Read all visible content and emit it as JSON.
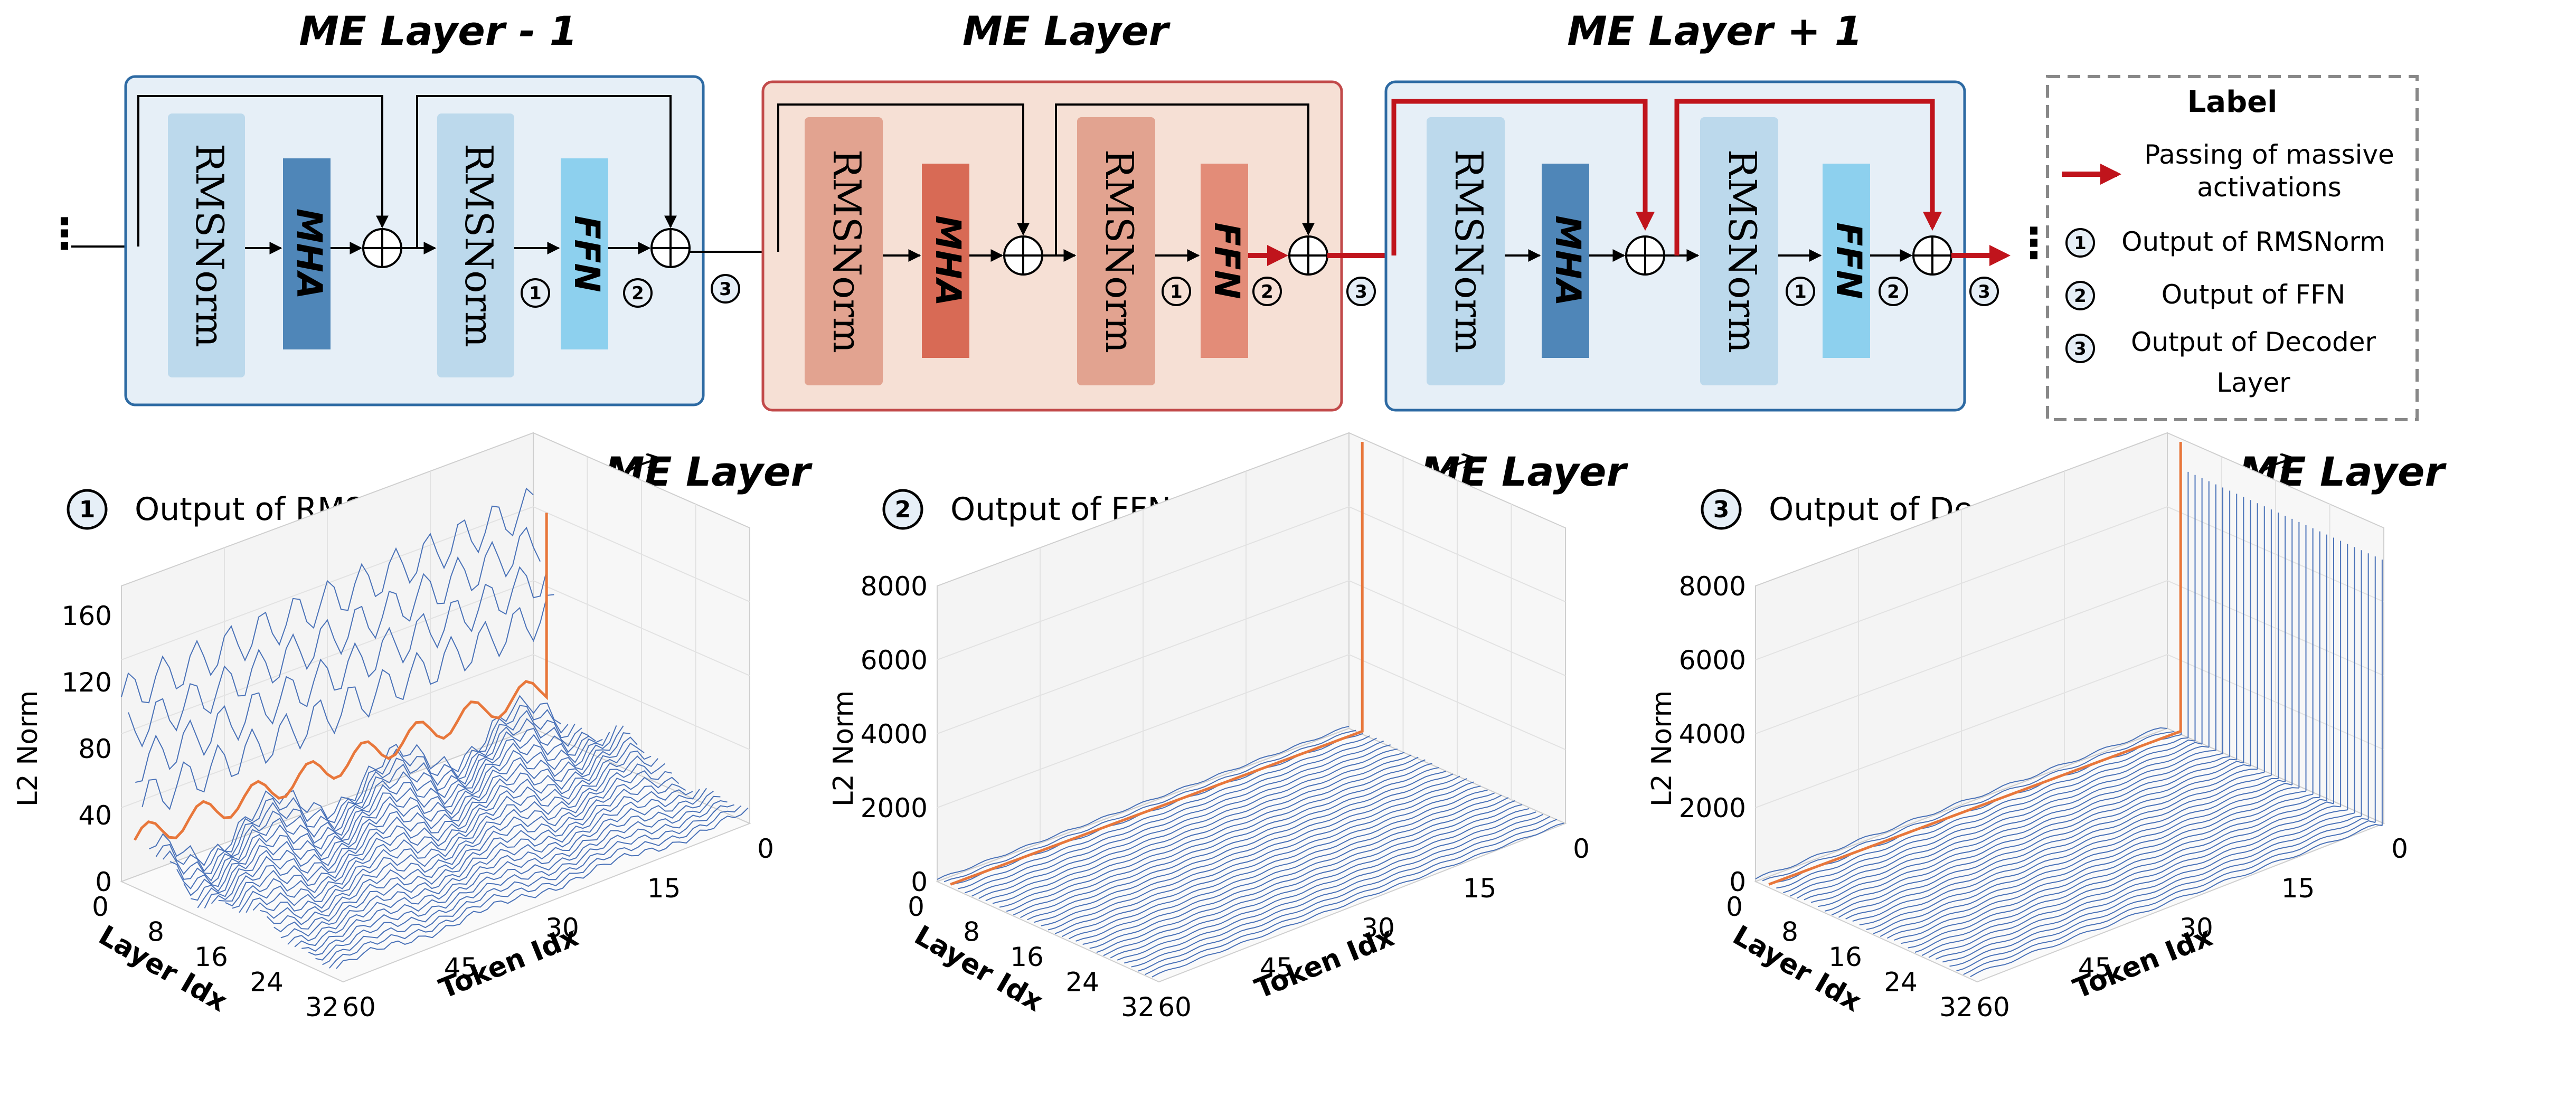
{
  "layers": {
    "prev": {
      "title": "ME Layer - 1",
      "rms_a": "RMSNorm",
      "op_a": "MHA",
      "rms_b": "RMSNorm",
      "op_b": "FFN",
      "m1": "1",
      "m2": "2",
      "m3": "3"
    },
    "me": {
      "title": "ME Layer",
      "rms_a": "RMSNorm",
      "op_a": "MHA",
      "rms_b": "RMSNorm",
      "op_b": "FFN",
      "m1": "1",
      "m2": "2",
      "m3": "3"
    },
    "next": {
      "title": "ME Layer + 1",
      "rms_a": "RMSNorm",
      "op_a": "MHA",
      "rms_b": "RMSNorm",
      "op_b": "FFN",
      "m1": "1",
      "m2": "2",
      "m3": "3"
    }
  },
  "legend": {
    "title": "Label",
    "arrow_label_1": "Passing of massive",
    "arrow_label_2": "activations",
    "item1_num": "1",
    "item1": "Output of RMSNorm",
    "item2_num": "2",
    "item2": "Output of FFN",
    "item3_num": "3",
    "item3_1": "Output of Decoder",
    "item3_2": "Layer"
  },
  "colors": {
    "blue_box_fill": "#e6eff7",
    "blue_box_stroke": "#2d6aa3",
    "red_box_fill": "#f6e0d5",
    "red_box_stroke": "#c24a4a",
    "blue_rms": "#bcd9ec",
    "blue_mha": "#4f86b8",
    "blue_ffn": "#8dd0ee",
    "red_rms": "#e2a390",
    "red_mha": "#d86a55",
    "red_ffn": "#e38c78",
    "massive_arrow": "#c0141c",
    "series_line": "#4a72b8",
    "me_line": "#e8773b"
  },
  "charts": [
    {
      "num": "1",
      "title": "Output of RMSNorm",
      "me_label": "ME Layer",
      "ylabel": "L2 Norm",
      "xlabel": "Layer Idx",
      "tlabel": "Token Idx",
      "yticks": [
        "0",
        "40",
        "80",
        "120",
        "160"
      ],
      "xticks": [
        "0",
        "8",
        "16",
        "24",
        "32"
      ],
      "tticks": [
        "60",
        "45",
        "30",
        "15",
        "0"
      ]
    },
    {
      "num": "2",
      "title": "Output of FFN",
      "me_label": "ME Layer",
      "ylabel": "L2 Norm",
      "xlabel": "Layer Idx",
      "tlabel": "Token Idx",
      "yticks": [
        "0",
        "2000",
        "4000",
        "6000",
        "8000"
      ],
      "xticks": [
        "0",
        "8",
        "16",
        "24",
        "32"
      ],
      "tticks": [
        "60",
        "45",
        "30",
        "15",
        "0"
      ]
    },
    {
      "num": "3",
      "title": "Output of Decoder Layer",
      "me_label": "ME Layer",
      "ylabel": "L2 Norm",
      "xlabel": "Layer Idx",
      "tlabel": "Token Idx",
      "yticks": [
        "0",
        "2000",
        "4000",
        "6000",
        "8000"
      ],
      "xticks": [
        "0",
        "8",
        "16",
        "24",
        "32"
      ],
      "tticks": [
        "60",
        "45",
        "30",
        "15",
        "0"
      ]
    }
  ]
}
